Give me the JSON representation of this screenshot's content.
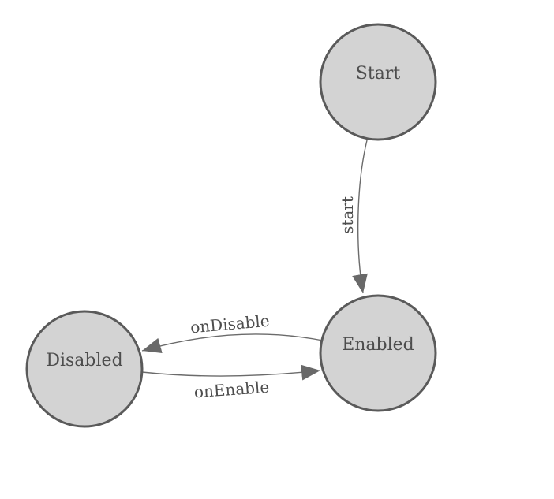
{
  "diagram": {
    "type": "state-machine",
    "nodes": [
      {
        "id": "start",
        "label": "Start"
      },
      {
        "id": "enabled",
        "label": "Enabled"
      },
      {
        "id": "disabled",
        "label": "Disabled"
      }
    ],
    "edges": [
      {
        "from": "start",
        "to": "enabled",
        "label": "start"
      },
      {
        "from": "enabled",
        "to": "disabled",
        "label": "onDisable"
      },
      {
        "from": "disabled",
        "to": "enabled",
        "label": "onEnable"
      }
    ],
    "colors": {
      "background": "#ffffff",
      "node_fill": "#d3d3d3",
      "node_stroke": "#5a5a5a",
      "edge_line": "#6b6b6b",
      "arrow_fill": "#696969",
      "text": "#4d4d4d"
    }
  }
}
